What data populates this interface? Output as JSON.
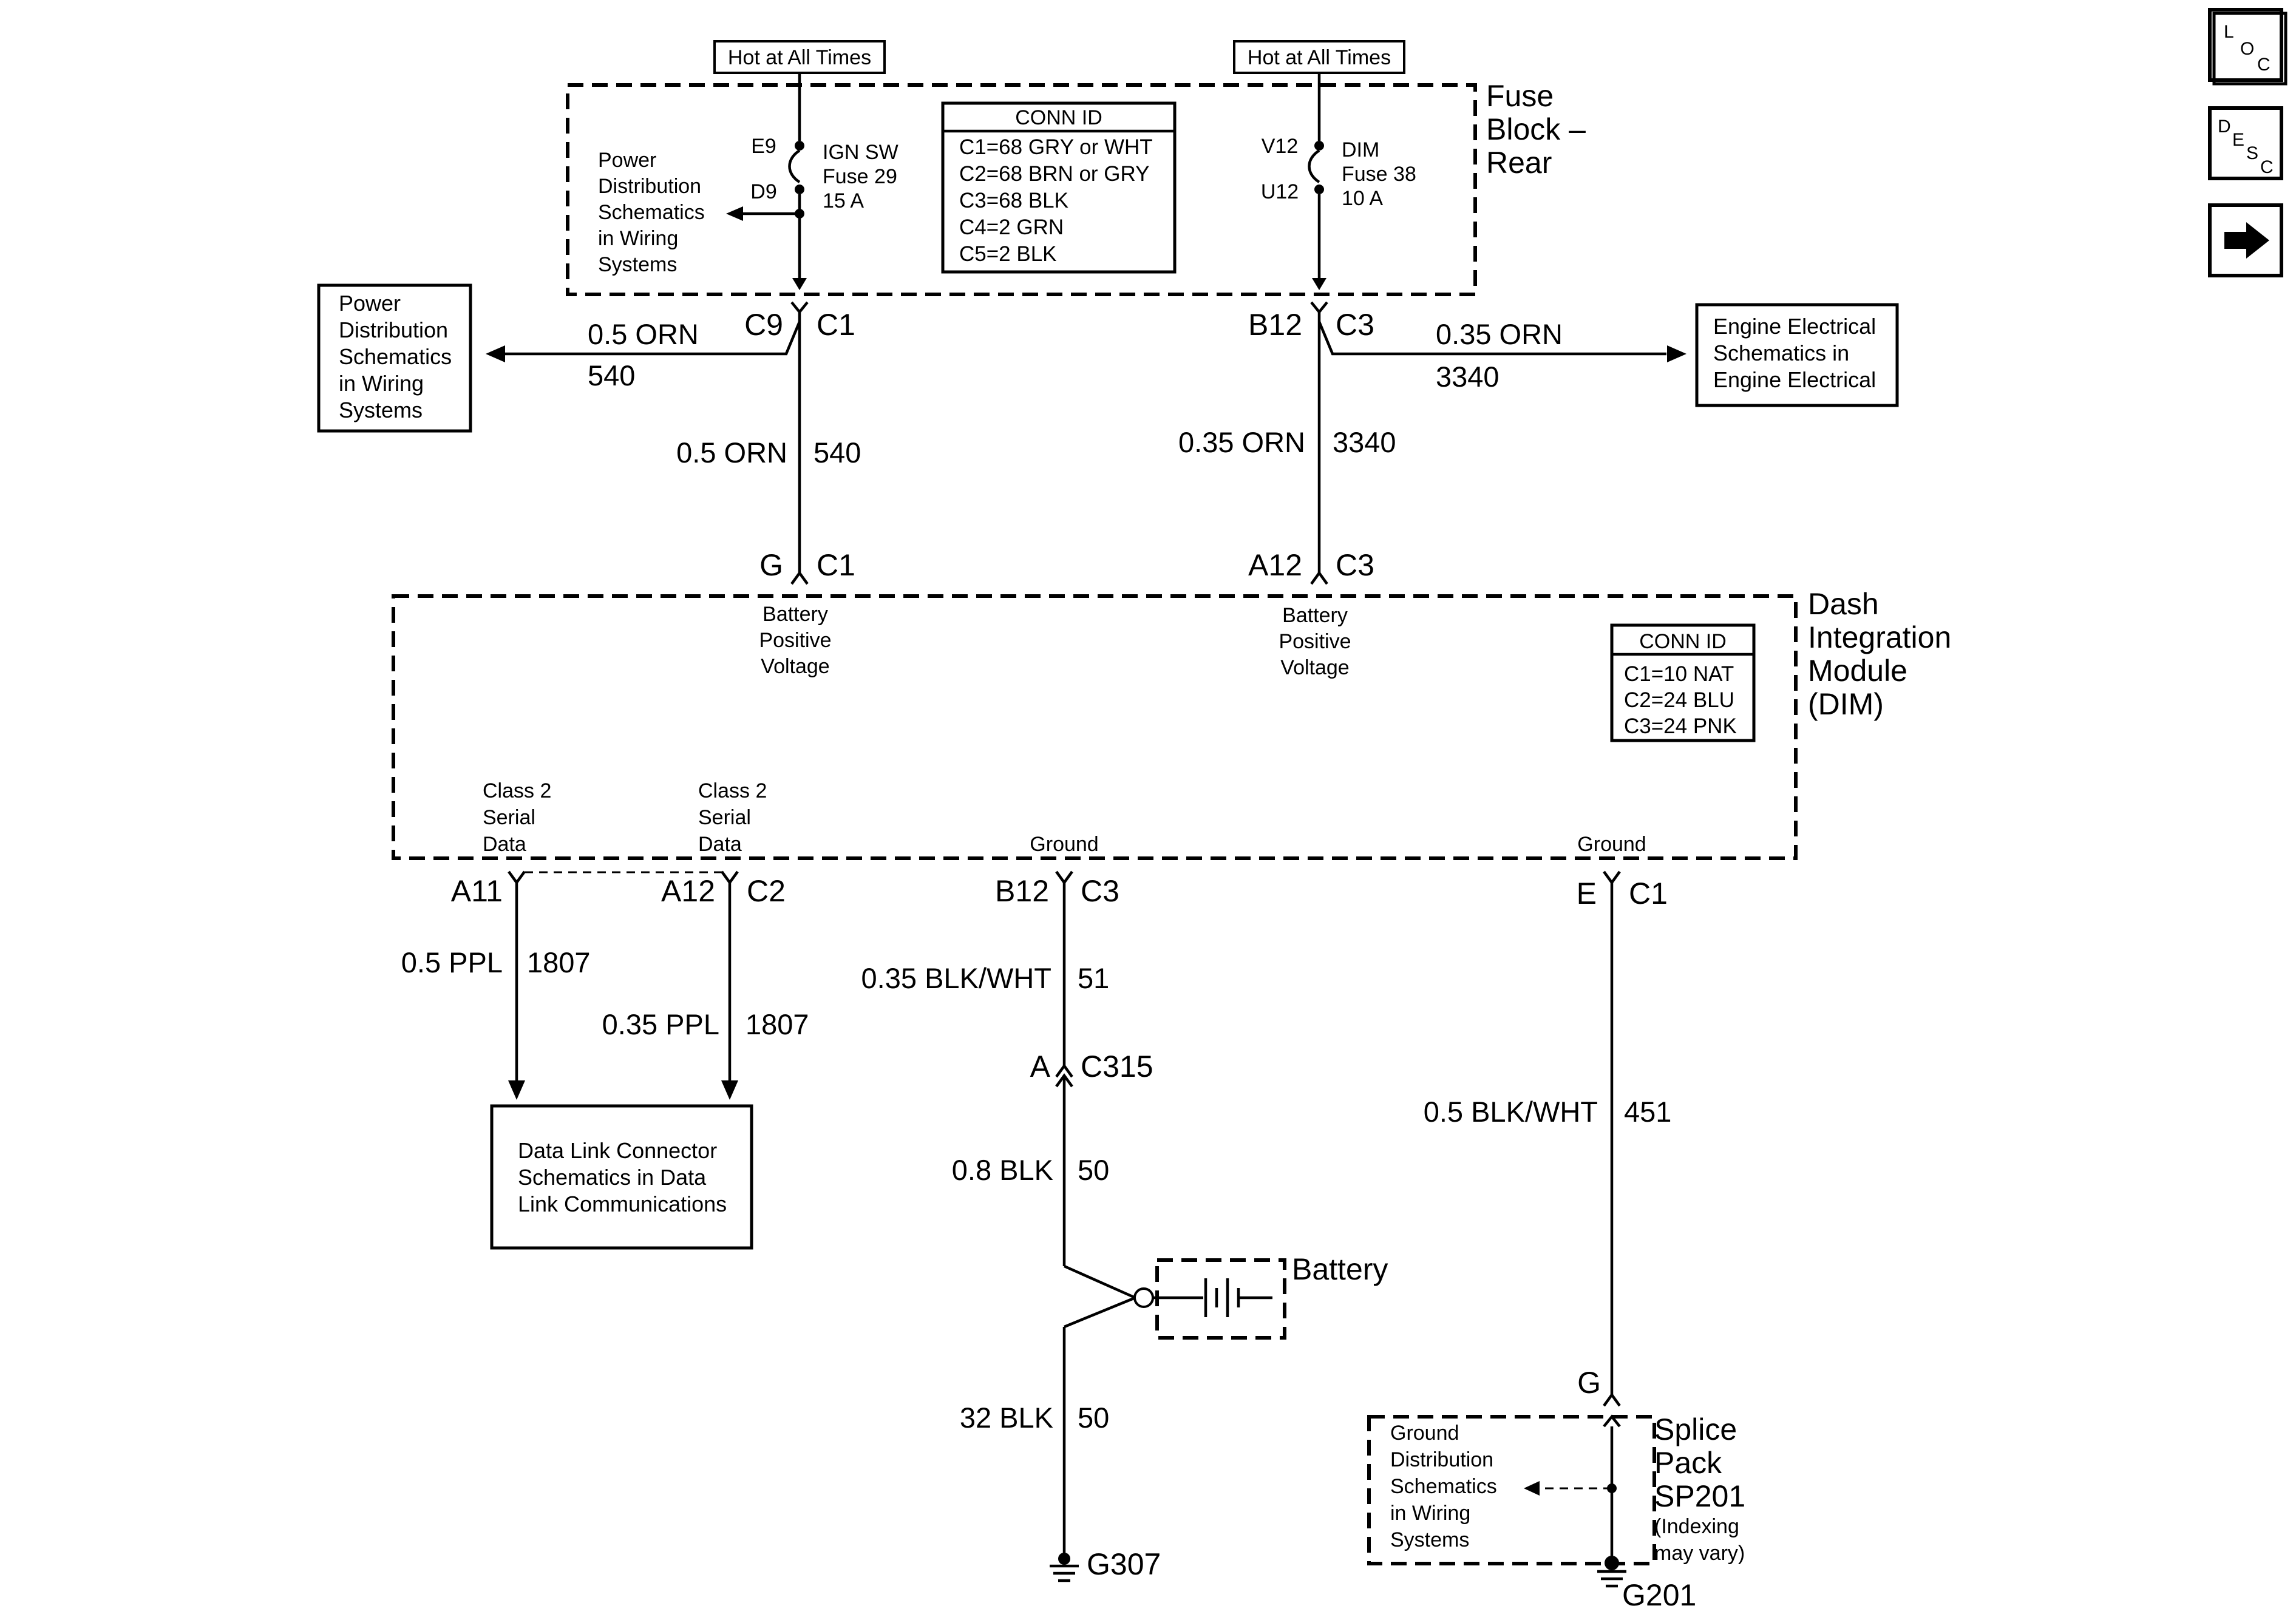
{
  "hot_labels": {
    "left": "Hot at All Times",
    "right": "Hot at All Times"
  },
  "fuse_block": {
    "title_lines": [
      "Fuse",
      "Block –",
      "Rear"
    ],
    "left_fuse": {
      "pin_top": "E9",
      "pin_bottom": "D9",
      "lines": [
        "IGN SW",
        "Fuse 29",
        "15 A"
      ]
    },
    "right_fuse": {
      "pin_top": "V12",
      "pin_bottom": "U12",
      "lines": [
        "DIM",
        "Fuse 38",
        "10 A"
      ]
    },
    "inner_ref_lines": [
      "Power",
      "Distribution",
      "Schematics",
      "in Wiring",
      "Systems"
    ],
    "conn_id": {
      "title": "CONN ID",
      "rows": [
        "C1=68 GRY or WHT",
        "C2=68 BRN or GRY",
        "C3=68 BLK",
        "C4=2 GRN",
        "C5=2 BLK"
      ]
    }
  },
  "left_ref_box_lines": [
    "Power",
    "Distribution",
    "Schematics",
    "in Wiring",
    "Systems"
  ],
  "right_ref_box_lines": [
    "Engine Electrical",
    "Schematics in",
    "Engine Electrical"
  ],
  "connectors_top": {
    "left": {
      "pin": "C9",
      "conn": "C1"
    },
    "right": {
      "pin": "B12",
      "conn": "C3"
    }
  },
  "branch_wires": {
    "left": {
      "gauge": "0.5 ORN",
      "circuit": "540"
    },
    "right": {
      "gauge": "0.35 ORN",
      "circuit": "3340"
    }
  },
  "mid_wires": {
    "left": {
      "gauge": "0.5 ORN",
      "circuit": "540"
    },
    "right": {
      "gauge": "0.35 ORN",
      "circuit": "3340"
    }
  },
  "dim_inputs": {
    "left": {
      "pin": "G",
      "conn": "C1",
      "lines": [
        "Battery",
        "Positive",
        "Voltage"
      ]
    },
    "right": {
      "pin": "A12",
      "conn": "C3",
      "lines": [
        "Battery",
        "Positive",
        "Voltage"
      ]
    }
  },
  "dim": {
    "title_lines": [
      "Dash",
      "Integration",
      "Module",
      "(DIM)"
    ],
    "conn_id": {
      "title": "CONN ID",
      "rows": [
        "C1=10 NAT",
        "C2=24 BLU",
        "C3=24 PNK"
      ]
    },
    "outputs": {
      "serial1": {
        "lines": [
          "Class 2",
          "Serial",
          "Data"
        ],
        "pin": "A11"
      },
      "serial2": {
        "lines": [
          "Class 2",
          "Serial",
          "Data"
        ],
        "pin": "A12",
        "conn": "C2"
      },
      "ground1": {
        "label": "Ground",
        "pin": "B12",
        "conn": "C3"
      },
      "ground2": {
        "label": "Ground",
        "pin": "E",
        "conn": "C1"
      }
    }
  },
  "bottom_wires": {
    "serial1": {
      "gauge": "0.5 PPL",
      "circuit": "1807"
    },
    "serial2": {
      "gauge": "0.35 PPL",
      "circuit": "1807"
    },
    "ground1_upper": {
      "gauge": "0.35 BLK/WHT",
      "circuit": "51"
    },
    "ground1_mid": {
      "gauge": "0.8 BLK",
      "circuit": "50"
    },
    "ground1_lower": {
      "gauge": "32 BLK",
      "circuit": "50"
    },
    "ground2": {
      "gauge": "0.5 BLK/WHT",
      "circuit": "451"
    }
  },
  "c315": {
    "pin": "A",
    "conn": "C315"
  },
  "battery_label": "Battery",
  "data_link_box_lines": [
    "Data Link Connector",
    "Schematics in Data",
    "Link Communications"
  ],
  "grounds": {
    "g307": "G307",
    "g201": "G201"
  },
  "splice_pack": {
    "pin": "G",
    "title_lines": [
      "Splice",
      "Pack",
      "SP201"
    ],
    "note_lines": [
      "(Indexing",
      "may vary)"
    ],
    "ref_lines": [
      "Ground",
      "Distribution",
      "Schematics",
      "in Wiring",
      "Systems"
    ]
  },
  "nav": {
    "loc": {
      "l": "L",
      "o": "O",
      "c": "C"
    },
    "desc": {
      "d": "D",
      "e": "E",
      "s": "S",
      "c": "C"
    },
    "next_icon": "right-arrow-icon"
  }
}
